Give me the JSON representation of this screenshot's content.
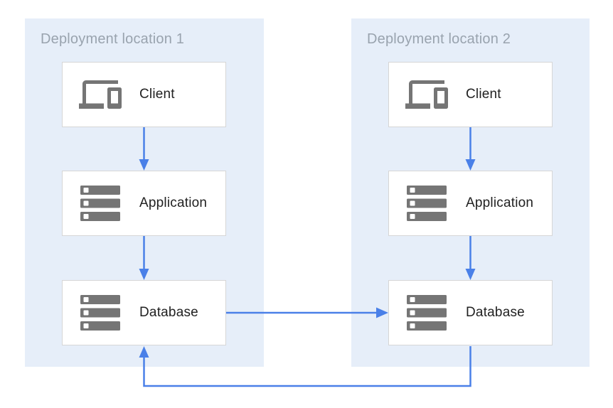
{
  "diagram": {
    "groups": [
      {
        "title": "Deployment location 1",
        "nodes": [
          {
            "label": "Client",
            "icon": "devices-icon"
          },
          {
            "label": "Application",
            "icon": "server-stack-icon"
          },
          {
            "label": "Database",
            "icon": "server-stack-icon"
          }
        ]
      },
      {
        "title": "Deployment location 2",
        "nodes": [
          {
            "label": "Client",
            "icon": "devices-icon"
          },
          {
            "label": "Application",
            "icon": "server-stack-icon"
          },
          {
            "label": "Database",
            "icon": "server-stack-icon"
          }
        ]
      }
    ],
    "connections": [
      {
        "from": "client-1",
        "to": "application-1"
      },
      {
        "from": "application-1",
        "to": "database-1"
      },
      {
        "from": "client-2",
        "to": "application-2"
      },
      {
        "from": "application-2",
        "to": "database-2"
      },
      {
        "from": "database-1",
        "to": "database-2"
      },
      {
        "from": "database-2",
        "to": "database-1"
      }
    ],
    "colors": {
      "panel_bg": "#E6EEF9",
      "arrow": "#4A80E8",
      "icon": "#757575",
      "box_border": "#D6D6D6",
      "title_text": "#99A3AE",
      "label_text": "#212121"
    }
  }
}
